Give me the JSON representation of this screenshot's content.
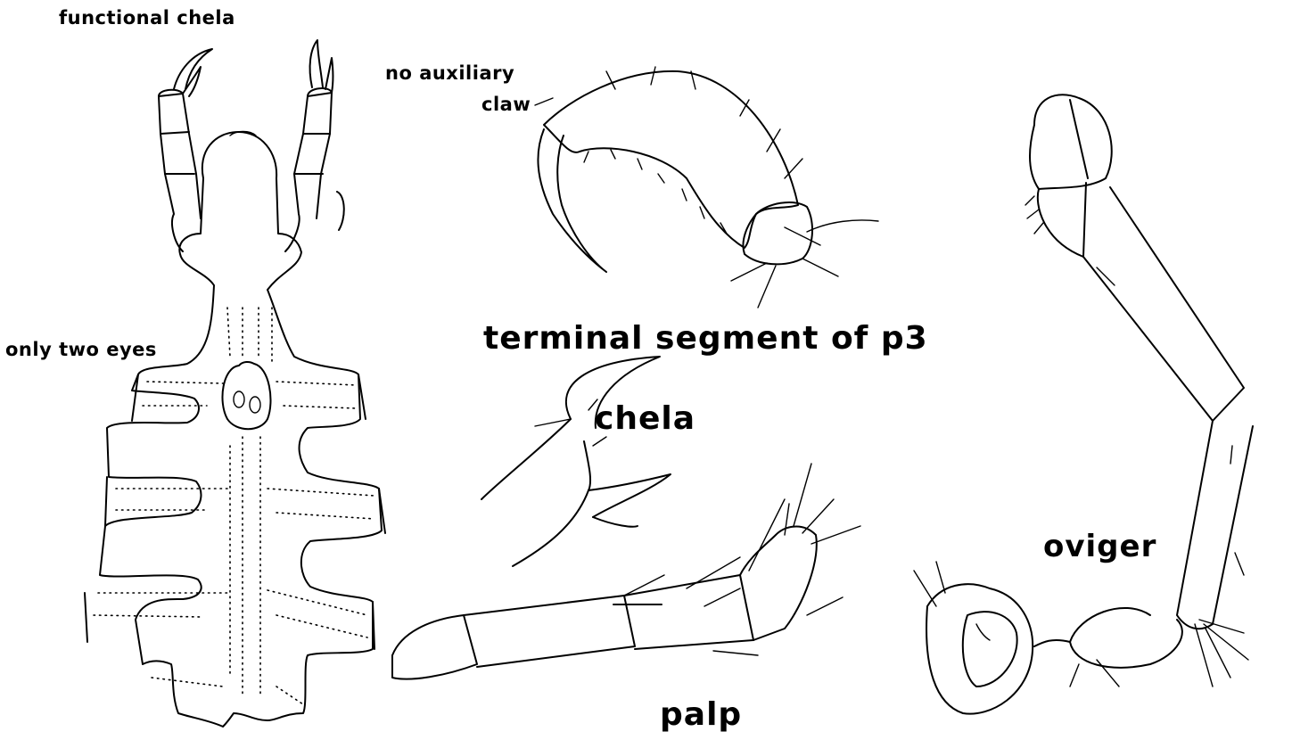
{
  "labels": {
    "functional_chela": "functional chela",
    "only_two_eyes": "only two eyes",
    "no_auxiliary": "no auxiliary",
    "claw": "claw",
    "terminal_segment": "terminal segment of p3",
    "chela": "chela",
    "oviger": "oviger",
    "palp": "palp"
  },
  "colors": {
    "ink": "#000000",
    "paper": "#ffffff"
  }
}
